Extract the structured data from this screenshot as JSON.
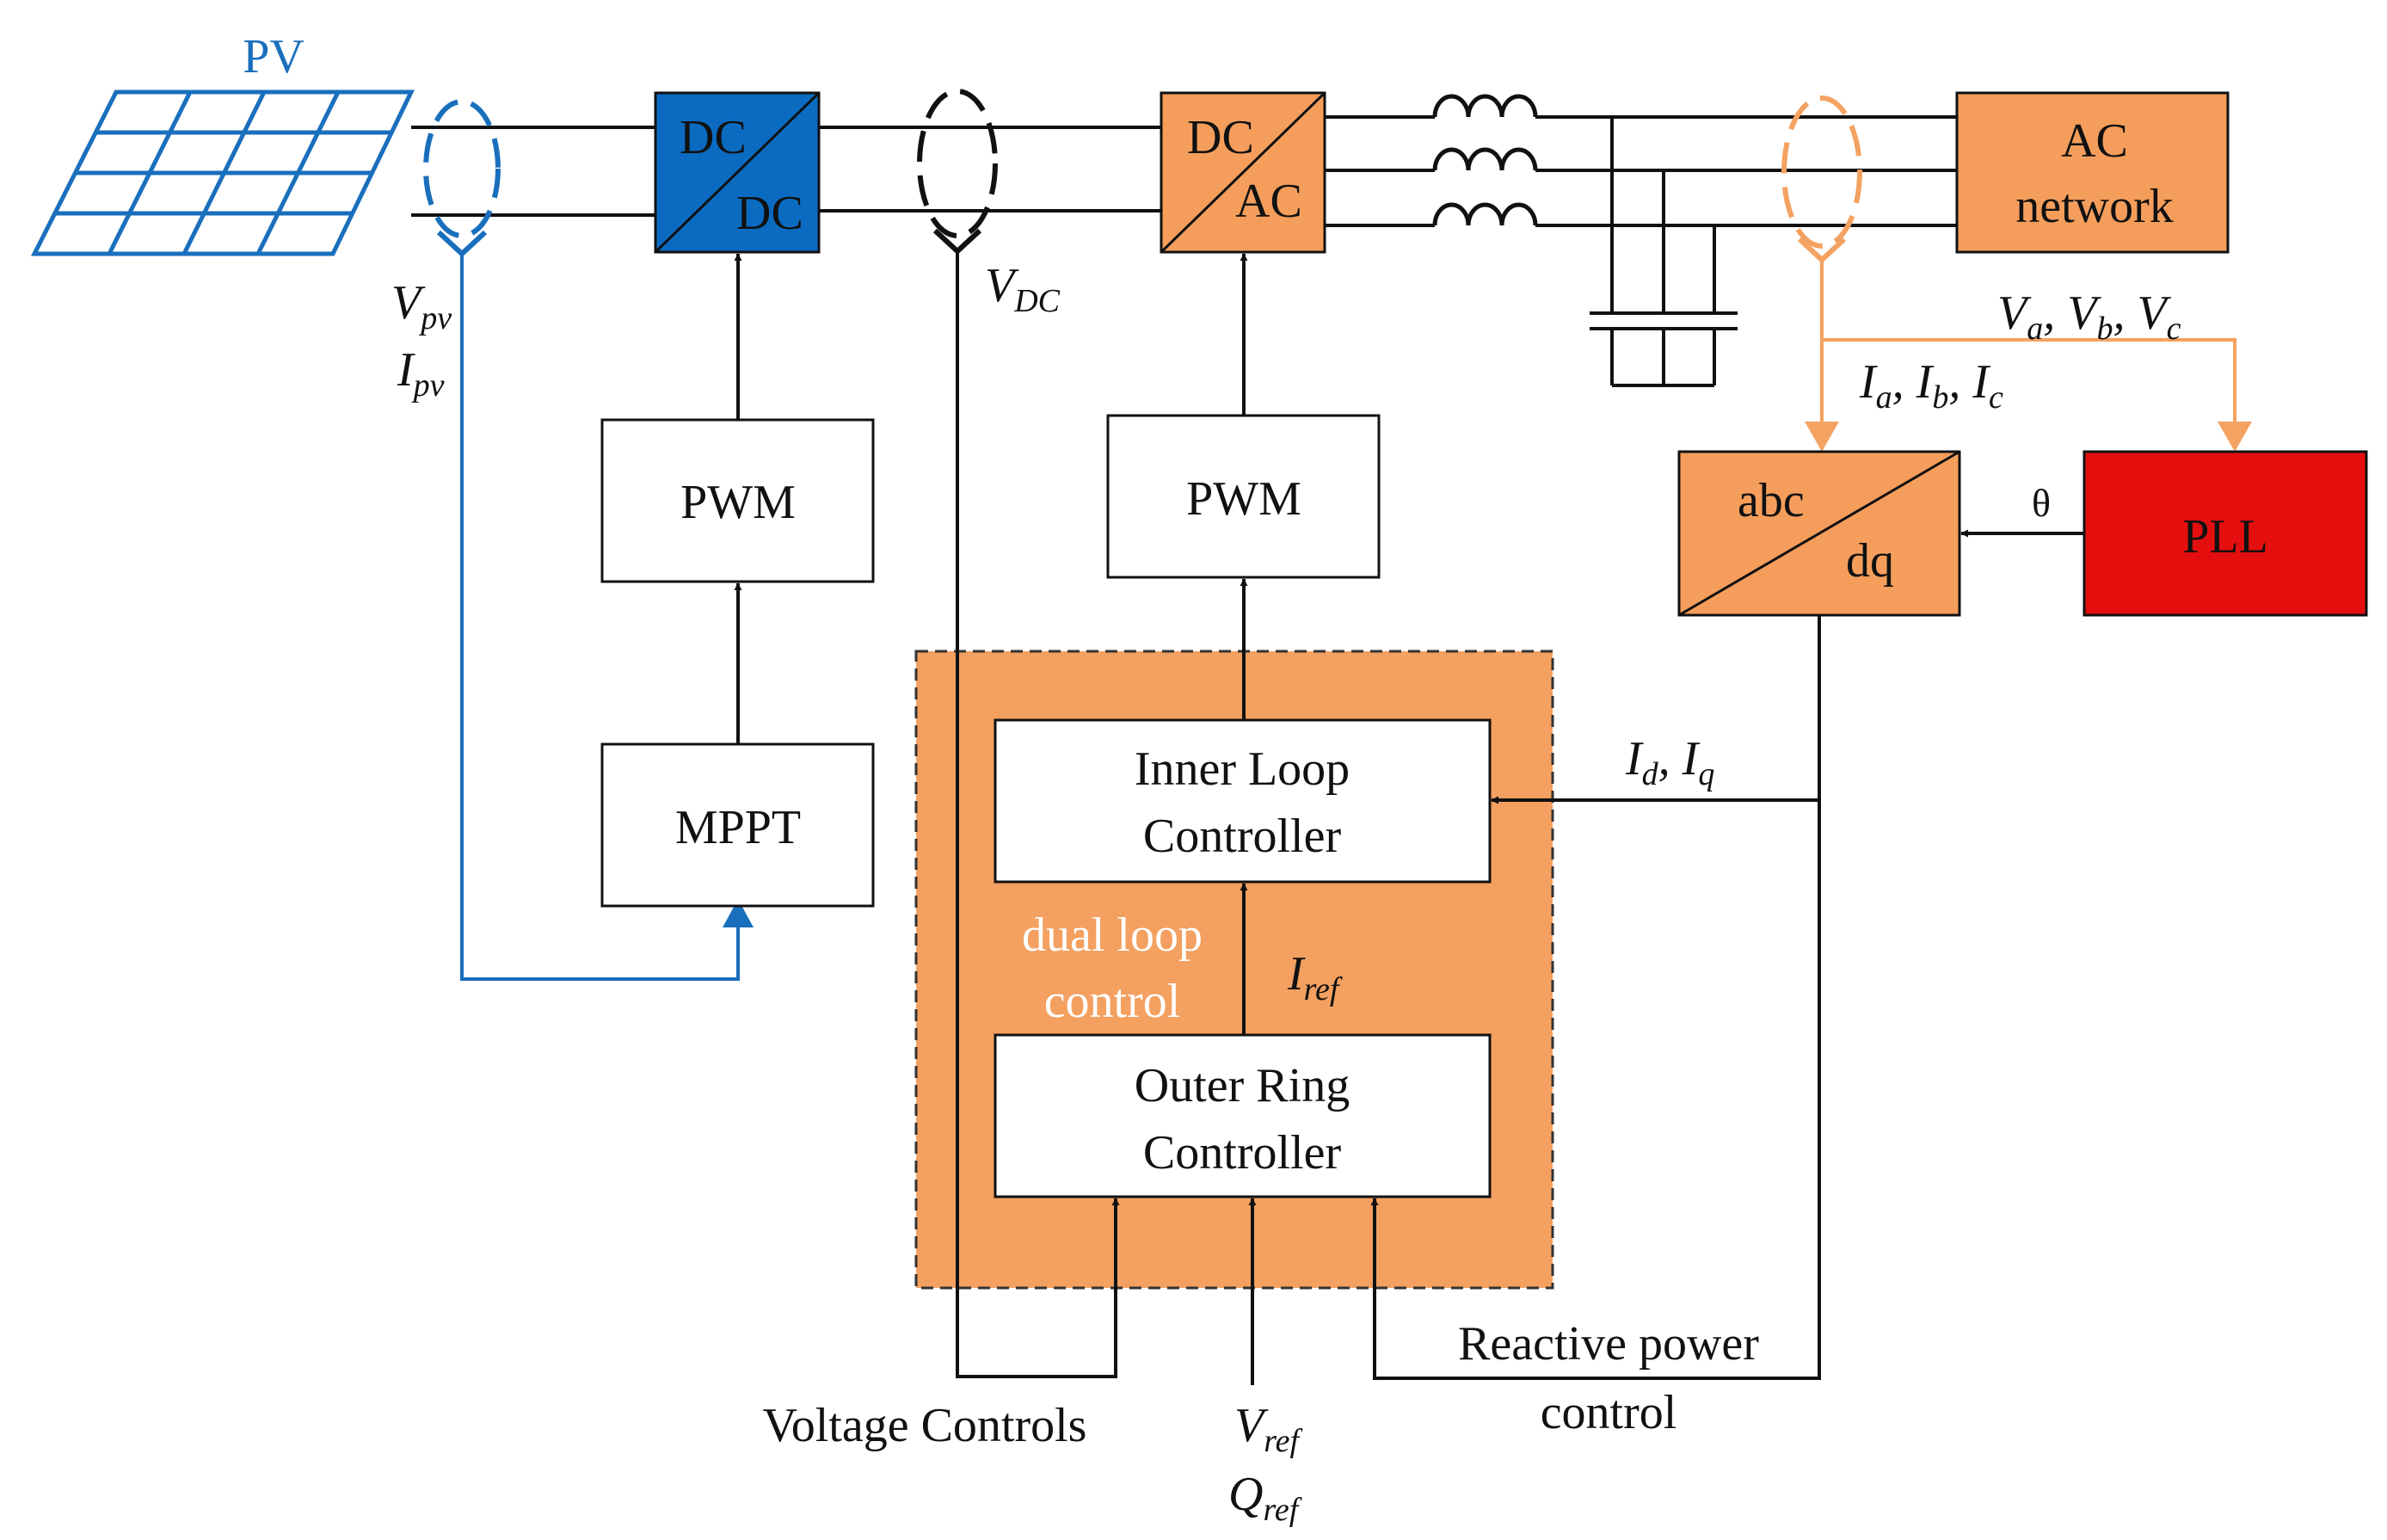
{
  "labels": {
    "pv": "PV",
    "dcdc_top": "DC",
    "dcdc_bottom": "DC",
    "dcac_top": "DC",
    "dcac_bottom": "AC",
    "ac_network_line1": "AC",
    "ac_network_line2": "network",
    "pwm_left": "PWM",
    "pwm_right": "PWM",
    "mppt": "MPPT",
    "abc": "abc",
    "dq": "dq",
    "pll": "PLL",
    "theta": "θ",
    "inner_loop_line1": "Inner Loop",
    "inner_loop_line2": "Controller",
    "outer_ring_line1": "Outer Ring",
    "outer_ring_line2": "Controller",
    "dual_loop_line1": "dual loop",
    "dual_loop_line2": "control",
    "voltage_controls": "Voltage Controls",
    "reactive_power_line1": "Reactive power",
    "reactive_power_line2": "control"
  },
  "signals": {
    "vpv": {
      "main": "V",
      "sub": "pv"
    },
    "ipv": {
      "main": "I",
      "sub": "pv"
    },
    "vdc": {
      "main": "V",
      "sub": "DC"
    },
    "va": {
      "main": "V",
      "sub": "a"
    },
    "vb": {
      "main": "V",
      "sub": "b"
    },
    "vc": {
      "main": "V",
      "sub": "c"
    },
    "ia": {
      "main": "I",
      "sub": "a"
    },
    "ib": {
      "main": "I",
      "sub": "b"
    },
    "ic": {
      "main": "I",
      "sub": "c"
    },
    "id": {
      "main": "I",
      "sub": "d"
    },
    "iq": {
      "main": "I",
      "sub": "q"
    },
    "iref": {
      "main": "I",
      "sub": "ref"
    },
    "vref": {
      "main": "V",
      "sub": "ref"
    },
    "qref": {
      "main": "Q",
      "sub": "ref"
    }
  },
  "colors": {
    "pv_blue": "#1a6fbd",
    "dcdc_blue": "#0a6bc1",
    "converter_orange": "#f59e5c",
    "panel_orange": "#f3a060",
    "pll_red": "#e50e0e",
    "orange_line": "#f4a261",
    "white_text": "#ffffff",
    "black": "#111111"
  }
}
